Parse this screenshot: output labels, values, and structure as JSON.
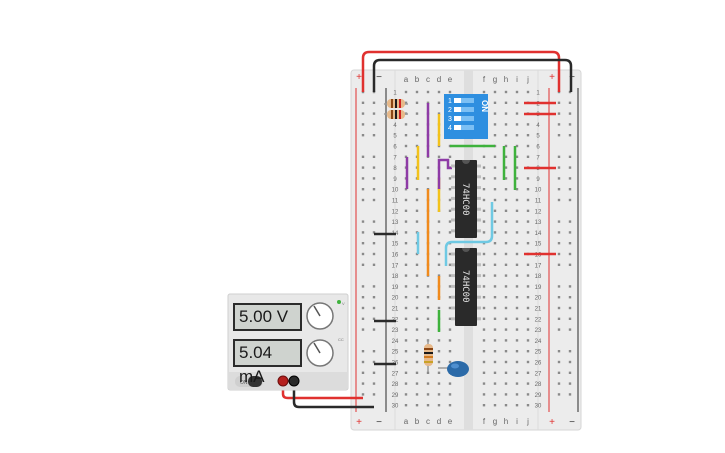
{
  "power_supply": {
    "voltage_display": "5.00 V",
    "current_display": "5.04 mA",
    "knob_voltage_label": "V",
    "knob_current_label": "CC",
    "switch_label": "ON"
  },
  "breadboard": {
    "column_labels_left": [
      "a",
      "b",
      "c",
      "d",
      "e"
    ],
    "column_labels_right": [
      "f",
      "g",
      "h",
      "i",
      "j"
    ],
    "row_numbers": [
      "1",
      "2",
      "3",
      "4",
      "5",
      "6",
      "7",
      "8",
      "9",
      "10",
      "11",
      "12",
      "13",
      "14",
      "15",
      "16",
      "17",
      "18",
      "19",
      "20",
      "21",
      "22",
      "23",
      "24",
      "25",
      "26",
      "27",
      "28",
      "29",
      "30"
    ],
    "rail_plus": "+",
    "rail_minus": "−"
  },
  "chips": [
    {
      "label": "74HC00"
    },
    {
      "label": "74HC00"
    }
  ],
  "dip_switch": {
    "on_label": "ON",
    "positions": [
      "1",
      "2",
      "3",
      "4"
    ]
  },
  "colors": {
    "board": "#ececec",
    "red_wire": "#e0312f",
    "black_wire": "#2a2a2a",
    "yellow_wire": "#f2c21b",
    "purple_wire": "#8e3ba6",
    "orange_wire": "#f08a1c",
    "green_wire": "#3eb23c",
    "cyan_wire": "#6fc9e3",
    "dip_blue": "#2e8fe0",
    "led_blue": "#2b6aa8"
  }
}
